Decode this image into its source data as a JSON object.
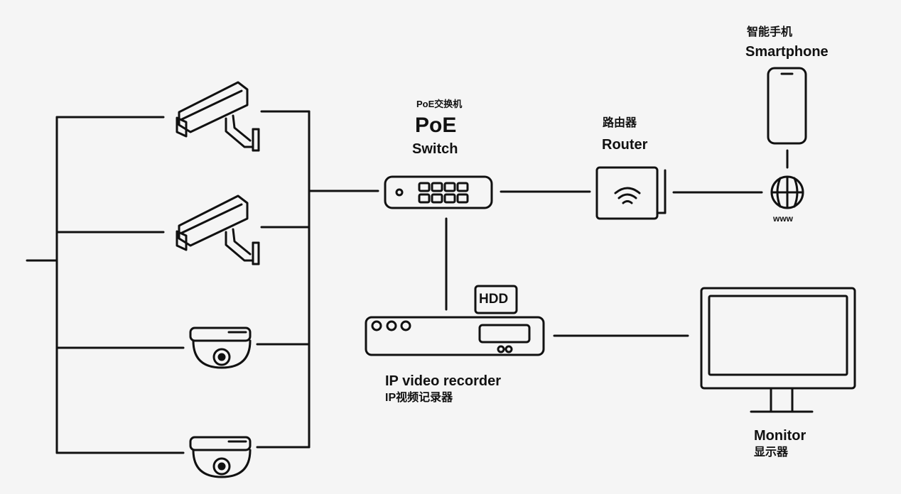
{
  "switch": {
    "label_zh": "PoE交换机",
    "label_big": "PoE",
    "label_en": "Switch"
  },
  "router": {
    "label_zh": "路由器",
    "label_en": "Router"
  },
  "smartphone": {
    "label_zh": "智能手机",
    "label_en": "Smartphone"
  },
  "internet": {
    "label": "www"
  },
  "recorder": {
    "label_en": "IP video recorder",
    "label_zh": "IP视频记录器",
    "hdd_label": "HDD"
  },
  "monitor": {
    "label_en": "Monitor",
    "label_zh": "显示器"
  },
  "cameras": [
    {
      "type": "bullet"
    },
    {
      "type": "bullet"
    },
    {
      "type": "dome"
    },
    {
      "type": "dome"
    }
  ]
}
